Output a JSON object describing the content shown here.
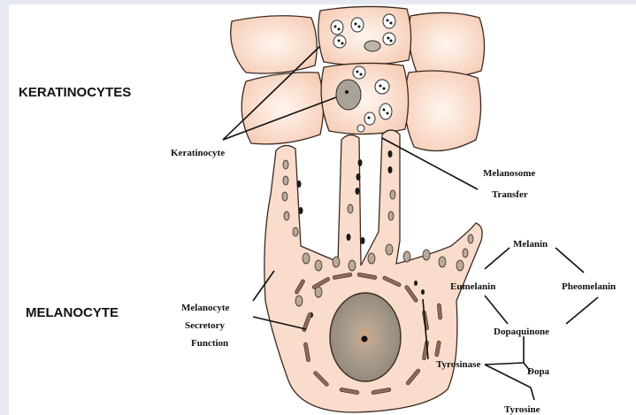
{
  "colors": {
    "background": "#e6e9f2",
    "panel": "#ffffff",
    "cell_fill": "#f9dccb",
    "outline": "#3a2a22",
    "melanosome": "#b8a99a",
    "melanosome_dark": "#1a1a1a",
    "nucleus_fill": "#a19a8c",
    "nucleus_core": "#c99f78"
  },
  "labels": {
    "keratinocytes": "KERATINOCYTES",
    "melanocyte": "MELANOCYTE",
    "keratinocyte": "Keratinocyte",
    "melanosome_transfer": [
      "Melanosome",
      "Transfer"
    ],
    "secretory_function": [
      "Melanocyte",
      "Secretory",
      "Function"
    ]
  },
  "pathway": {
    "melanin": "Melanin",
    "eumelanin": "Eumelanin",
    "pheomelanin": "Pheomelanin",
    "dopaquinone": "Dopaquinone",
    "tyrosinase": "Tyrosinase",
    "dopa": "Dopa",
    "tyrosine": "Tyrosine"
  }
}
